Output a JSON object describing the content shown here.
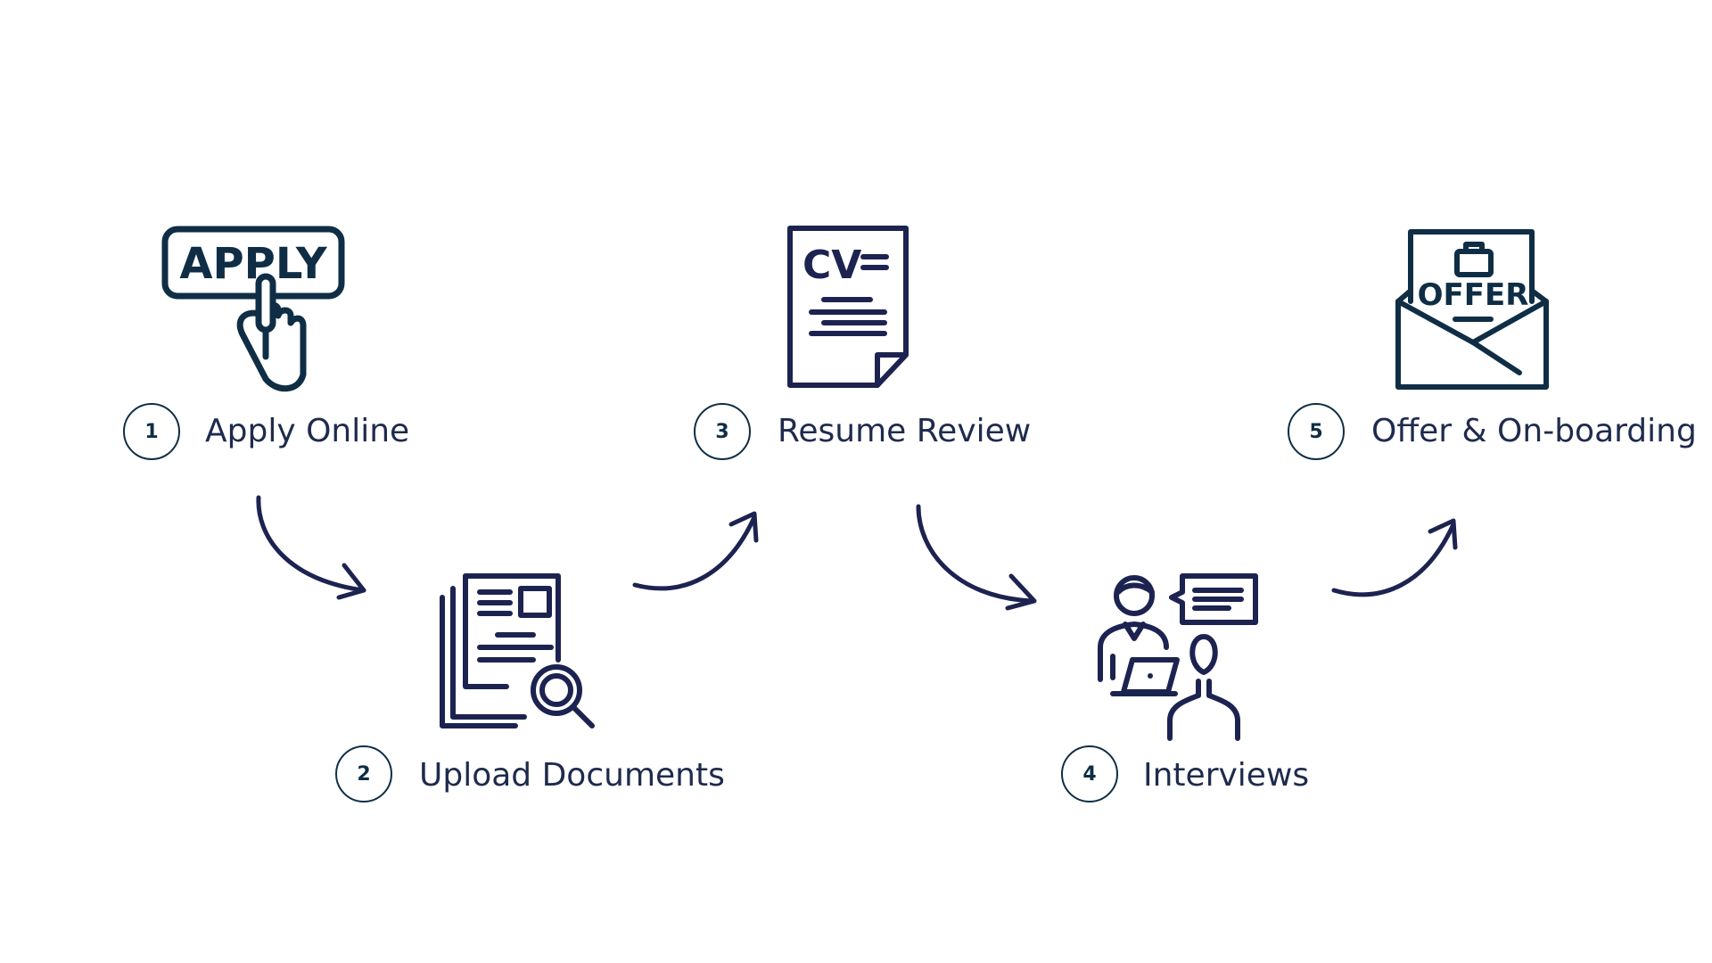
{
  "steps": [
    {
      "number": "1",
      "label": "Apply Online",
      "icon": "apply-button-click-icon",
      "icon_text": "APPLY"
    },
    {
      "number": "2",
      "label": "Upload Documents",
      "icon": "documents-search-icon"
    },
    {
      "number": "3",
      "label": "Resume Review",
      "icon": "cv-document-icon",
      "icon_text": "CV"
    },
    {
      "number": "4",
      "label": "Interviews",
      "icon": "interview-meeting-icon"
    },
    {
      "number": "5",
      "label": "Offer & On-boarding",
      "icon": "offer-envelope-icon",
      "icon_text": "OFFER"
    }
  ],
  "colors": {
    "ink": "#1f2b4d",
    "icon_teal": "#0f2e45",
    "arrow": "#1d2350",
    "background": "#ffffff"
  }
}
